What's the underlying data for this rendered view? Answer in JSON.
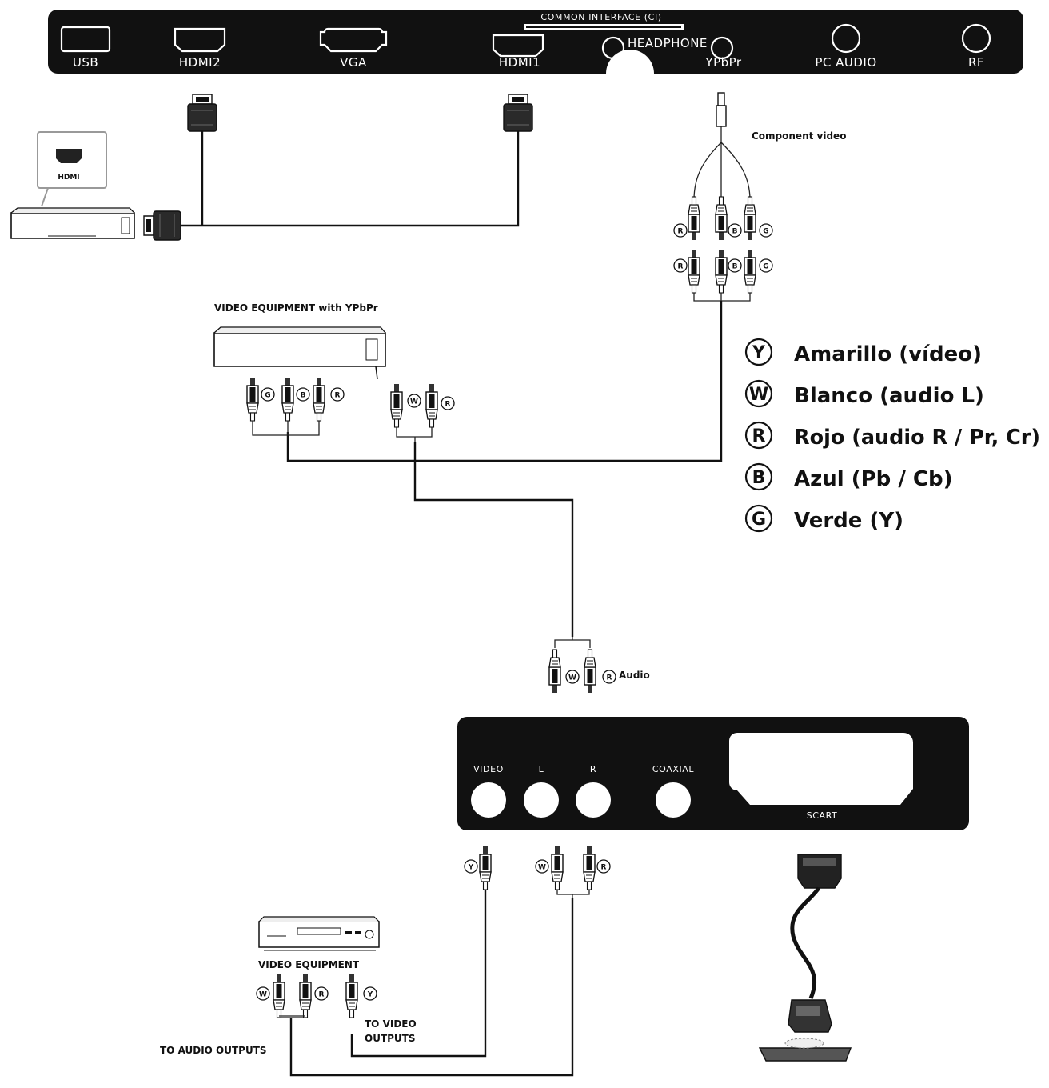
{
  "tv_panel": {
    "ci_label": "COMMON INTERFACE (CI)",
    "headphone_label": "HEADPHONE",
    "ports": {
      "usb": "USB",
      "hdmi2": "HDMI2",
      "vga": "VGA",
      "hdmi1": "HDMI1",
      "ypbpr": "YPbPr",
      "pc_audio": "PC AUDIO",
      "rf": "RF"
    }
  },
  "hdmi_device": {
    "label": "HDMI"
  },
  "component_cable": {
    "label": "Component video"
  },
  "video_equipment_ypbpr": {
    "label": "VIDEO EQUIPMENT with YPbPr"
  },
  "audio_cable": {
    "label": "Audio"
  },
  "plug_tags": {
    "y": "Y",
    "w": "W",
    "r": "R",
    "b": "B",
    "g": "G"
  },
  "legend": [
    {
      "letter": "Y",
      "text": "Amarillo (vídeo)"
    },
    {
      "letter": "W",
      "text": "Blanco (audio L)"
    },
    {
      "letter": "R",
      "text": "Rojo (audio R / Pr, Cr)"
    },
    {
      "letter": "B",
      "text": "Azul (Pb / Cb)"
    },
    {
      "letter": "G",
      "text": "Verde (Y)"
    }
  ],
  "av_panel": {
    "video": "VIDEO",
    "l": "L",
    "r": "R",
    "coaxial": "COAXIAL",
    "scart": "SCART"
  },
  "video_equipment": {
    "label": "VIDEO EQUIPMENT",
    "to_video_outputs_1": "TO VIDEO",
    "to_video_outputs_2": "OUTPUTS",
    "to_audio_outputs": "TO AUDIO OUTPUTS"
  },
  "colors": {
    "panel": "#111111",
    "wire": "#111111",
    "background": "#ffffff"
  },
  "icons": [
    "usb-port-icon",
    "hdmi-port-icon",
    "vga-port-icon",
    "round-jack-icon",
    "rca-plug-icon",
    "hdmi-plug-icon",
    "scart-plug-icon",
    "set-top-box-icon",
    "dvd-player-icon"
  ]
}
